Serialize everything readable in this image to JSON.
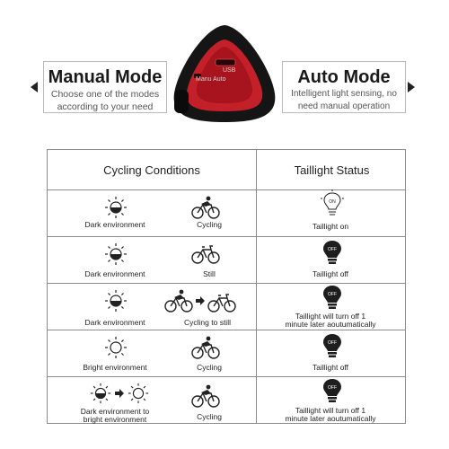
{
  "modes": {
    "manual": {
      "title": "Manual Mode",
      "subtitle_line1": "Choose one of the modes",
      "subtitle_line2": "according to your need"
    },
    "auto": {
      "title": "Auto Mode",
      "subtitle_line1": "Intelligent light sensing, no",
      "subtitle_line2": "need manual operation"
    }
  },
  "device": {
    "label_manual": "Manu Auto",
    "label_usb": "USB"
  },
  "table": {
    "header_conditions": "Cycling Conditions",
    "header_status": "Taillight Status",
    "rows": [
      {
        "environment": "Dark environment",
        "environment_line2": "",
        "activity": "Cycling",
        "status_line1": "Taillight on",
        "status_line2": "",
        "bulb": "ON"
      },
      {
        "environment": "Dark environment",
        "environment_line2": "",
        "activity": "Still",
        "status_line1": "Taillight off",
        "status_line2": "",
        "bulb": "OFF"
      },
      {
        "environment": "Dark environment",
        "environment_line2": "",
        "activity": "Cycling to still",
        "status_line1": "Taillight will turn off 1",
        "status_line2": "minute later aoutumatically",
        "bulb": "OFF"
      },
      {
        "environment": "Bright environment",
        "environment_line2": "",
        "activity": "Cycling",
        "status_line1": "Taillight off",
        "status_line2": "",
        "bulb": "OFF"
      },
      {
        "environment": "Dark environment to",
        "environment_line2": "bright environment",
        "activity": "Cycling",
        "status_line1": "Taillight will turn off 1",
        "status_line2": "minute later aoutumatically",
        "bulb": "OFF"
      }
    ]
  },
  "colors": {
    "tail_red": "#c4202a",
    "shell_black": "#151515",
    "border_gray": "#8c8c8c"
  }
}
